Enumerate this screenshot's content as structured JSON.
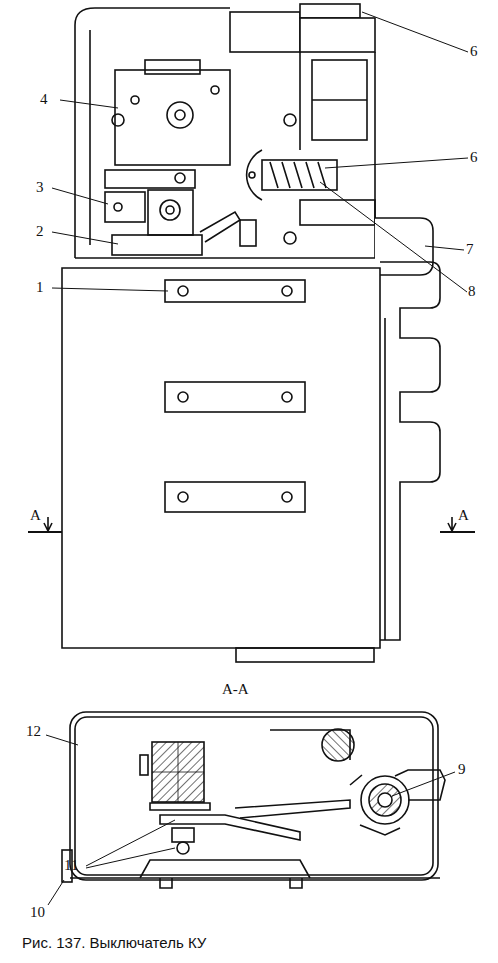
{
  "diagram": {
    "caption": "Рис. 137. Выключатель КУ",
    "labels": [
      "6",
      "4",
      "6",
      "7",
      "3",
      "8",
      "2",
      "1",
      "A",
      "A",
      "A-A",
      "12",
      "9",
      "11",
      "10"
    ]
  }
}
